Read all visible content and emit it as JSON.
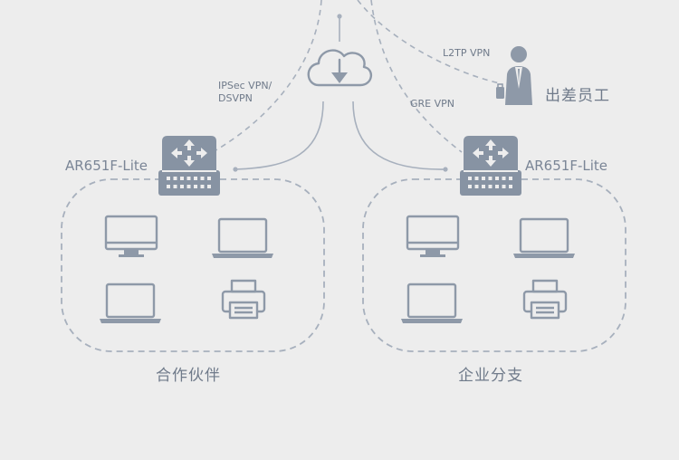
{
  "vpn_labels": {
    "ipsec_line1": "IPSec VPN/",
    "ipsec_line2": "DSVPN",
    "l2tp": "L2TP  VPN",
    "gre": "GRE VPN"
  },
  "remote_user": {
    "label": "出差员工",
    "icon": "businessman-icon"
  },
  "cloud": {
    "icon": "cloud-download-icon"
  },
  "sites": [
    {
      "router_model": "AR651F-Lite",
      "group_label": "合作伙伴",
      "devices": [
        "desktop-icon",
        "laptop-icon",
        "laptop-icon",
        "printer-icon"
      ]
    },
    {
      "router_model": "AR651F-Lite",
      "group_label": "企业分支",
      "devices": [
        "desktop-icon",
        "laptop-icon",
        "laptop-icon",
        "printer-icon"
      ]
    }
  ],
  "colors": {
    "background": "#ededed",
    "line": "#a7b0bd",
    "icon": "#8e99a8",
    "device_frame": "#8793a3",
    "text": "#6f7a8a"
  }
}
